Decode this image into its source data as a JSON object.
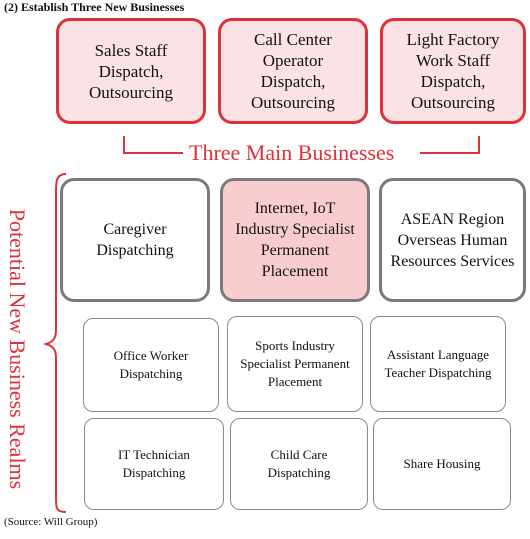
{
  "heading": "(2) Establish Three New Businesses",
  "three_main_label": "Three Main Businesses",
  "potential_label": "Potential New Business Realms",
  "main_businesses": [
    {
      "label": "Sales Staff Dispatch, Outsourcing"
    },
    {
      "label": "Call Center Operator Dispatch, Outsourcing"
    },
    {
      "label": "Light Factory Work Staff Dispatch, Outsourcing"
    }
  ],
  "potential_large": [
    {
      "label": "Caregiver Dispatching"
    },
    {
      "label": "Internet, IoT Industry Specialist Permanent Placement"
    },
    {
      "label": "ASEAN Region Overseas Human Resources Services"
    }
  ],
  "potential_small": [
    {
      "label": "Office Worker Dispatching"
    },
    {
      "label": "Sports Industry Specialist Permanent Placement"
    },
    {
      "label": "Assistant Language Teacher Dispatching"
    },
    {
      "label": "IT Technician Dispatching"
    },
    {
      "label": "Child Care Dispatching"
    },
    {
      "label": "Share Housing"
    }
  ],
  "source": "(Source:     Will Group)",
  "colors": {
    "accent": "#e0303a",
    "main_fill": "#fbe3e5",
    "highlight_fill": "#f9cdd0",
    "border_gray": "#7a7a7a"
  }
}
